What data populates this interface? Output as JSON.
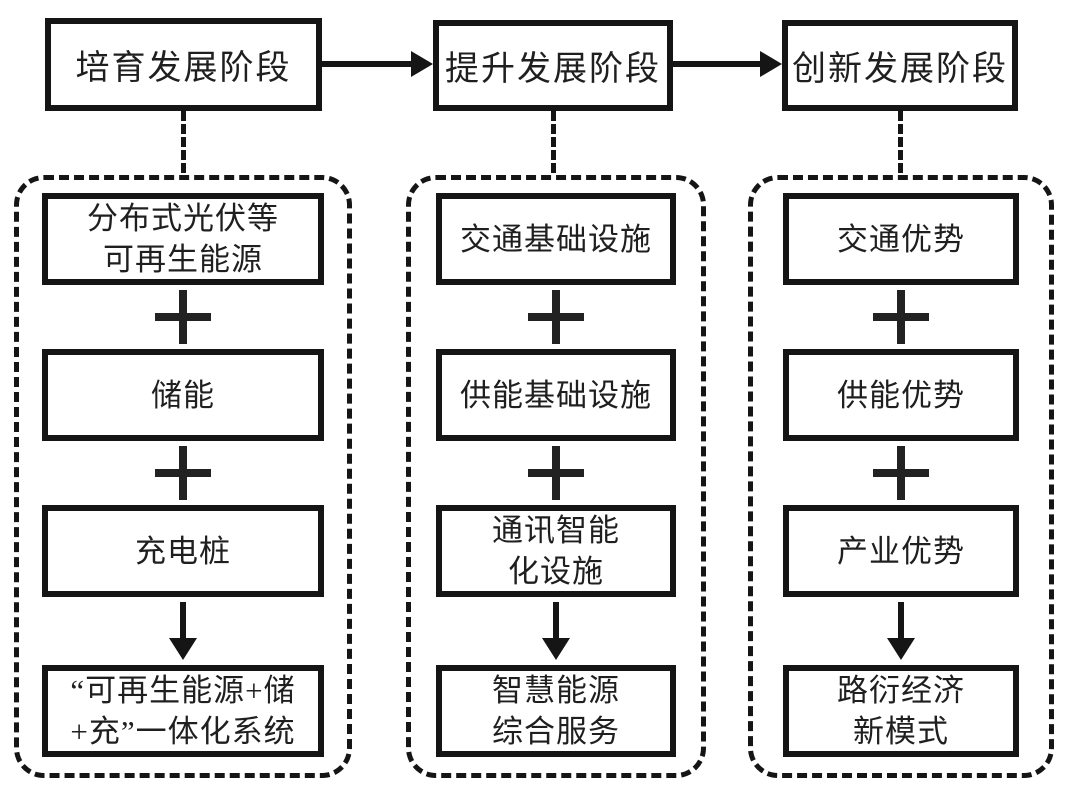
{
  "diagram": {
    "title_implicit": "highway renewable-energy development stages flowchart",
    "colors": {
      "line": "#151515",
      "background": "#ffffff",
      "text": "#1f1f1f"
    },
    "icons": {
      "plus": "+",
      "arrow_right": "→",
      "arrow_down": "↓"
    },
    "stages": [
      {
        "header": "培育发展阶段",
        "boxes": [
          {
            "line1": "分布式光伏等",
            "line2": "可再生能源"
          },
          {
            "line1": "储能"
          },
          {
            "line1": "充电桩"
          },
          {
            "line1": "“可再生能源+储",
            "line2": "+充”一体化系统"
          }
        ]
      },
      {
        "header": "提升发展阶段",
        "boxes": [
          {
            "line1": "交通基础设施"
          },
          {
            "line1": "供能基础设施"
          },
          {
            "line1": "通讯智能",
            "line2": "化设施"
          },
          {
            "line1": "智慧能源",
            "line2": "综合服务"
          }
        ]
      },
      {
        "header": "创新发展阶段",
        "boxes": [
          {
            "line1": "交通优势"
          },
          {
            "line1": "供能优势"
          },
          {
            "line1": "产业优势"
          },
          {
            "line1": "路衍经济",
            "line2": "新模式"
          }
        ]
      }
    ]
  }
}
